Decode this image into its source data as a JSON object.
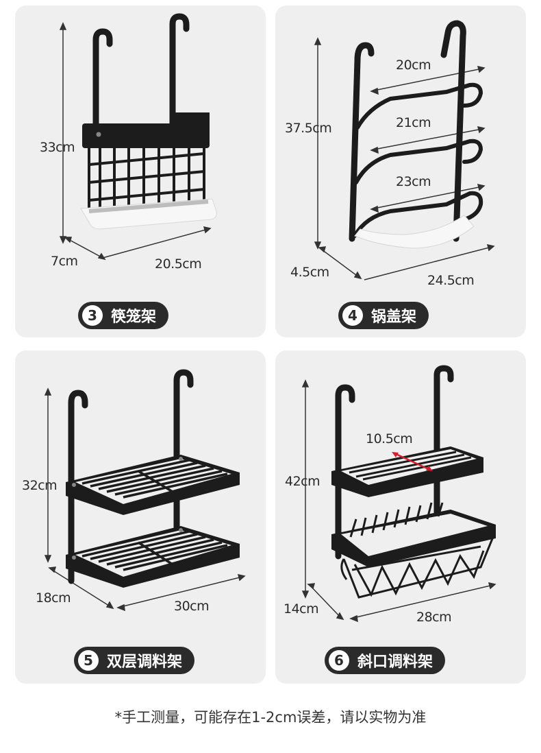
{
  "products": [
    {
      "number": "3",
      "name": "筷笼架",
      "dimensions": {
        "height": "33cm",
        "depth": "7cm",
        "width": "20.5cm"
      }
    },
    {
      "number": "4",
      "name": "锅盖架",
      "dimensions": {
        "height": "37.5cm",
        "depth": "4.5cm",
        "width": "24.5cm",
        "slot_1": "20cm",
        "slot_2": "21cm",
        "slot_3": "23cm"
      }
    },
    {
      "number": "5",
      "name": "双层调料架",
      "dimensions": {
        "height": "32cm",
        "depth": "18cm",
        "width": "30cm"
      }
    },
    {
      "number": "6",
      "name": "斜口调料架",
      "dimensions": {
        "height": "42cm",
        "depth": "14cm",
        "width": "28cm",
        "inner": "10.5cm"
      }
    }
  ],
  "footnote": "*手工测量，可能存在1-2cm误差，请以实物为准",
  "colors": {
    "card_bg": "#efefef",
    "pill_bg": "#2b2b2b",
    "metal": "#1c1c1c",
    "tray": "#e9e9e9",
    "accent": "#d0202e"
  }
}
